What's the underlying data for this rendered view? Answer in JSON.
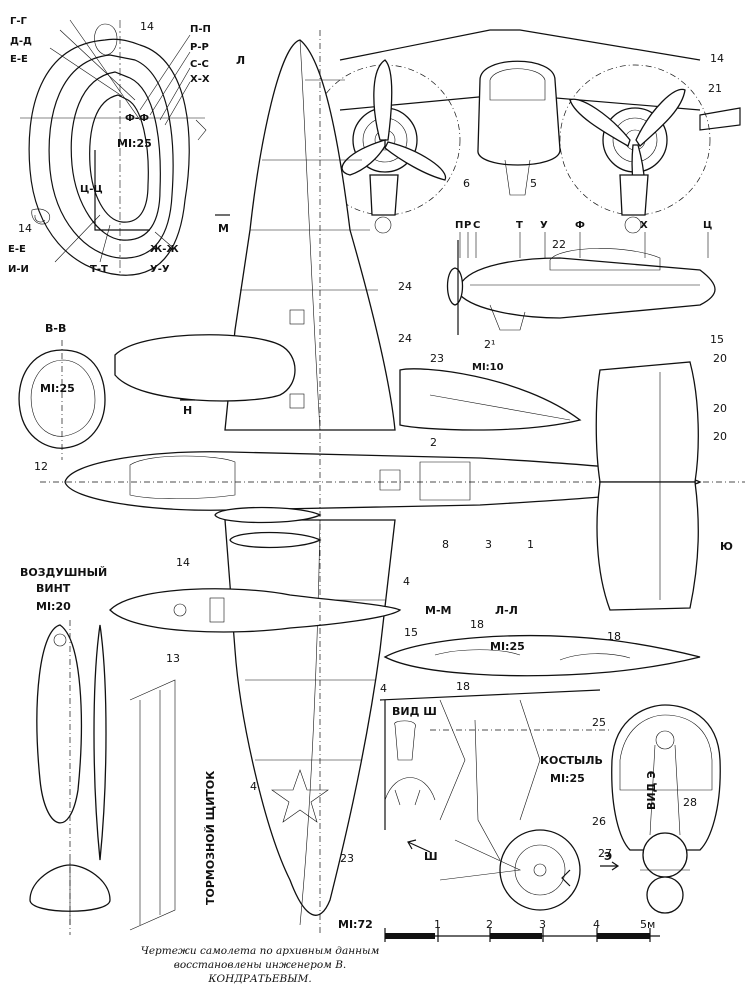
{
  "section_labels_topleft": [
    "Г-Г",
    "Д-Д",
    "Е-Е"
  ],
  "section_labels_top": [
    "П-П",
    "Р-Р",
    "С-С",
    "Х-Х"
  ],
  "section_labels_inner": [
    "Ф-Ф",
    "Ц-Ц"
  ],
  "section_labels_bottom": [
    "Е-Е",
    "И-И",
    "Т-Т",
    "Ж-Ж",
    "У-У"
  ],
  "scale_nose": "MI:25",
  "view_BB": {
    "title": "В-В",
    "scale": "MI:25"
  },
  "plan_labels": {
    "L": "Л",
    "M": "М",
    "N": "Н",
    "Yu": "Ю"
  },
  "side_stations": [
    "П",
    "Р",
    "С",
    "Т",
    "У",
    "Ф",
    "Х",
    "Ц"
  ],
  "side_scale": "MI:10",
  "propeller": {
    "title_line1": "ВОЗДУШНЫЙ",
    "title_line2": "ВИНТ",
    "scale": "MI:20"
  },
  "brake_flap": "ТОРМОЗНОЙ ЩИТОК",
  "sections_MM_LL": {
    "mm": "М-М",
    "ll": "Л-Л",
    "scale": "MI:25"
  },
  "view_Sh": "ВИД Ш",
  "tailwheel": {
    "title": "КОСТЫЛЬ",
    "scale": "MI:25"
  },
  "view_E": "ВИД Э",
  "arrow_Sh": "Ш",
  "arrow_E": "Э",
  "scale_bar": {
    "label": "MI:72",
    "ticks": [
      "1",
      "2",
      "3",
      "4",
      "5м"
    ]
  },
  "callouts": {
    "n14_top": "14",
    "n14_front": "14",
    "n21": "21",
    "n6": "6",
    "n5": "5",
    "n22": "22",
    "n2s": "2¹",
    "n15_side": "15",
    "n24_a": "24",
    "n24_b": "24",
    "n23_mid": "23",
    "n20_a": "20",
    "n20_b": "20",
    "n20_c": "20",
    "n12": "12",
    "n2": "2",
    "n8": "8",
    "n3": "3",
    "n1": "1",
    "n14_mid": "14",
    "n4_a": "4",
    "n13": "13",
    "n15_b": "15",
    "n18_a": "18",
    "n18_b": "18",
    "n18_c": "18",
    "n4_b": "4",
    "n4_c": "4",
    "n25": "25",
    "n26": "26",
    "n27": "27",
    "n28": "28",
    "n23_bottom": "23",
    "n14_left": "14"
  },
  "caption_line1": "Чертежи самолета по архивным данным",
  "caption_line2": "восстановлены инженером В. КОНДРАТЬЕВЫМ."
}
